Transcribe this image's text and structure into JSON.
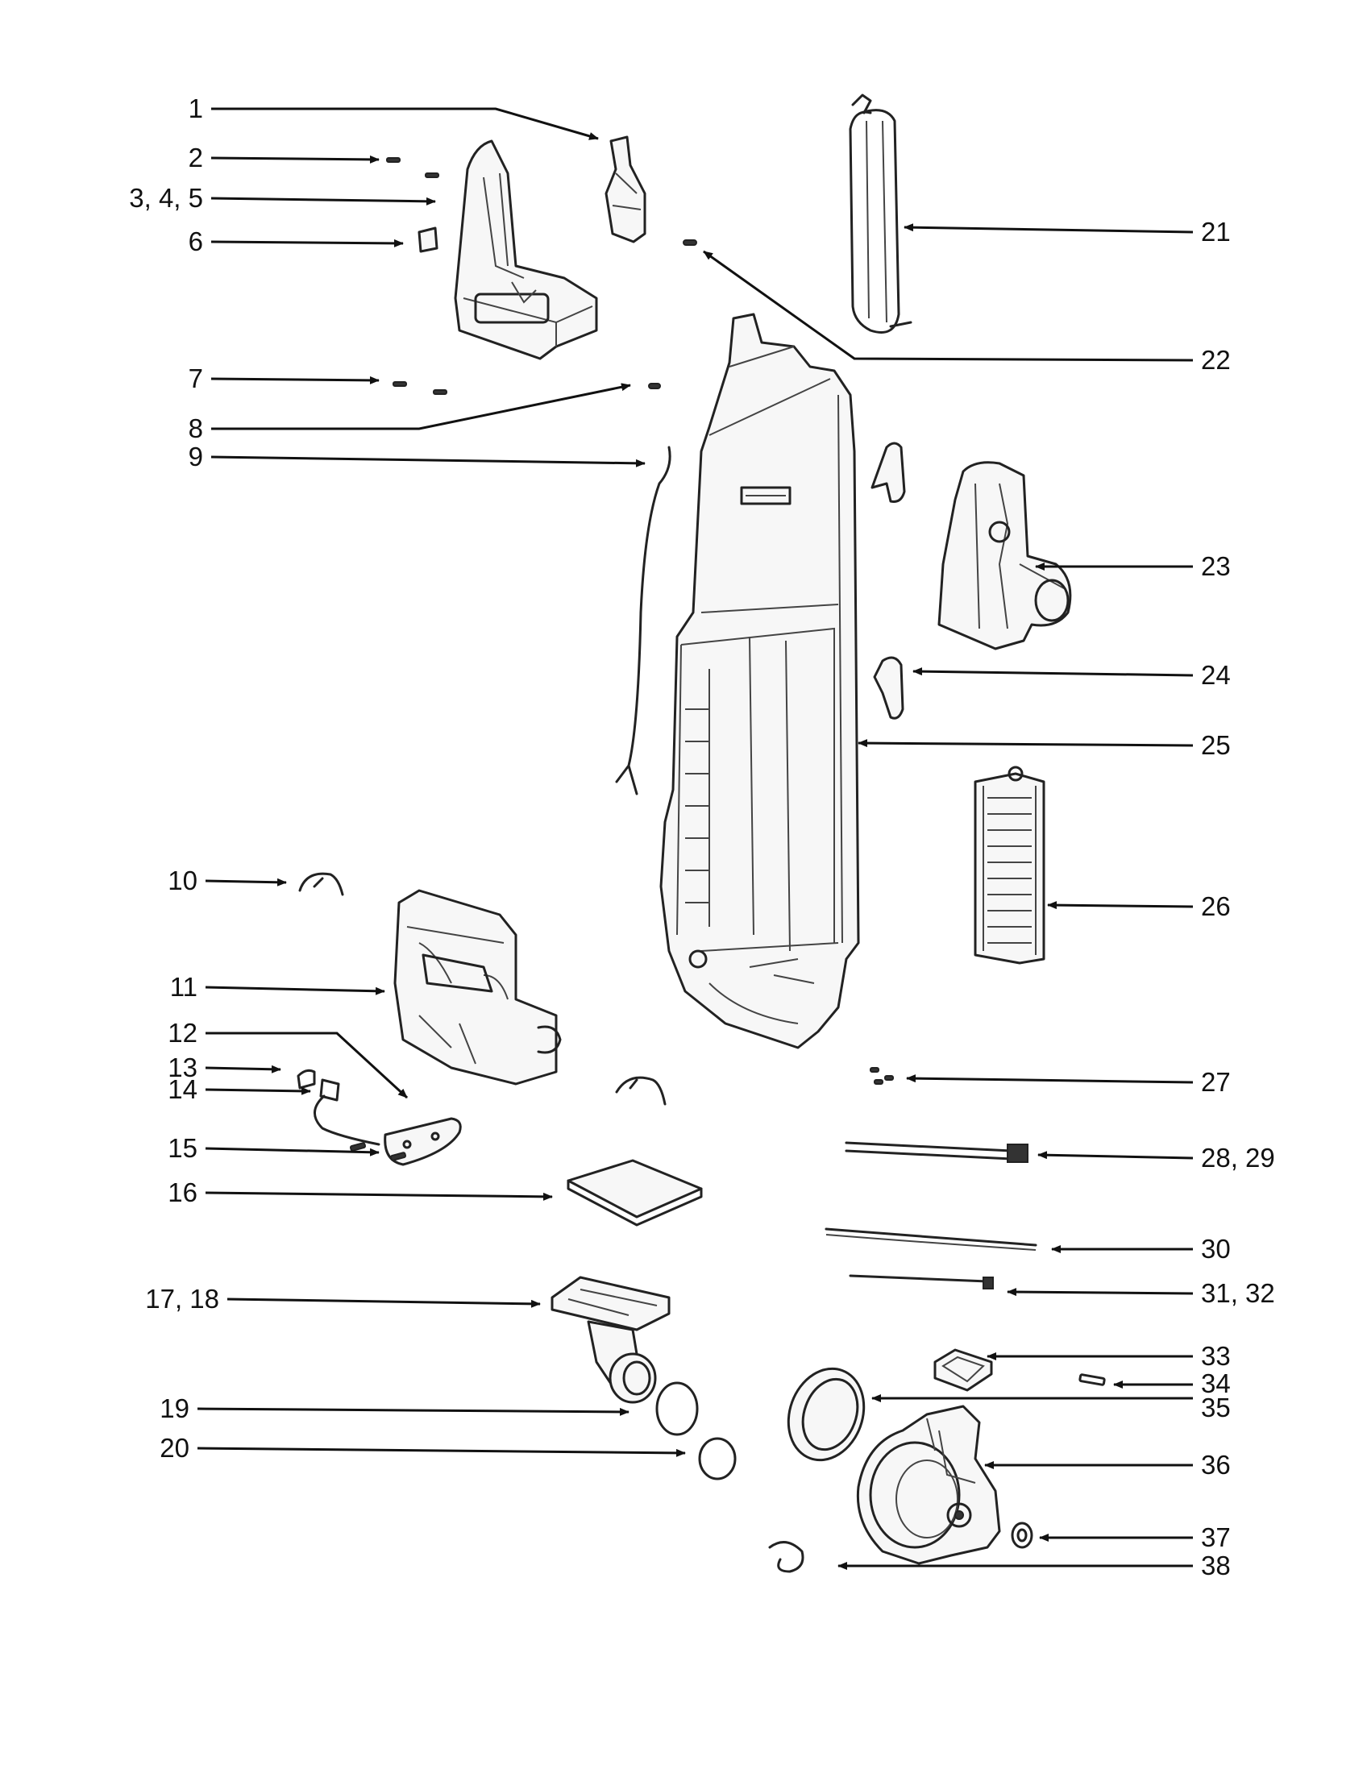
{
  "colors": {
    "ink": "#111111",
    "paper": "#ffffff",
    "shade": "#f7f7f7"
  },
  "callouts": [
    {
      "id": "c1",
      "label": "1"
    },
    {
      "id": "c2",
      "label": "2"
    },
    {
      "id": "c3",
      "label": "3, 4, 5"
    },
    {
      "id": "c6",
      "label": "6"
    },
    {
      "id": "c7",
      "label": "7"
    },
    {
      "id": "c8",
      "label": "8"
    },
    {
      "id": "c9",
      "label": "9"
    },
    {
      "id": "c10",
      "label": "10"
    },
    {
      "id": "c11",
      "label": "11"
    },
    {
      "id": "c12",
      "label": "12"
    },
    {
      "id": "c13",
      "label": "13"
    },
    {
      "id": "c14",
      "label": "14"
    },
    {
      "id": "c15",
      "label": "15"
    },
    {
      "id": "c16",
      "label": "16"
    },
    {
      "id": "c17",
      "label": "17, 18"
    },
    {
      "id": "c19",
      "label": "19"
    },
    {
      "id": "c20",
      "label": "20"
    },
    {
      "id": "c21",
      "label": "21"
    },
    {
      "id": "c22",
      "label": "22"
    },
    {
      "id": "c23",
      "label": "23"
    },
    {
      "id": "c24",
      "label": "24"
    },
    {
      "id": "c25",
      "label": "25"
    },
    {
      "id": "c26",
      "label": "26"
    },
    {
      "id": "c27",
      "label": "27"
    },
    {
      "id": "c28",
      "label": "28, 29"
    },
    {
      "id": "c30",
      "label": "30"
    },
    {
      "id": "c31",
      "label": "31, 32"
    },
    {
      "id": "c33",
      "label": "33"
    },
    {
      "id": "c34",
      "label": "34"
    },
    {
      "id": "c35",
      "label": "35"
    },
    {
      "id": "c36",
      "label": "36"
    },
    {
      "id": "c37",
      "label": "37"
    },
    {
      "id": "c38",
      "label": "38"
    }
  ]
}
